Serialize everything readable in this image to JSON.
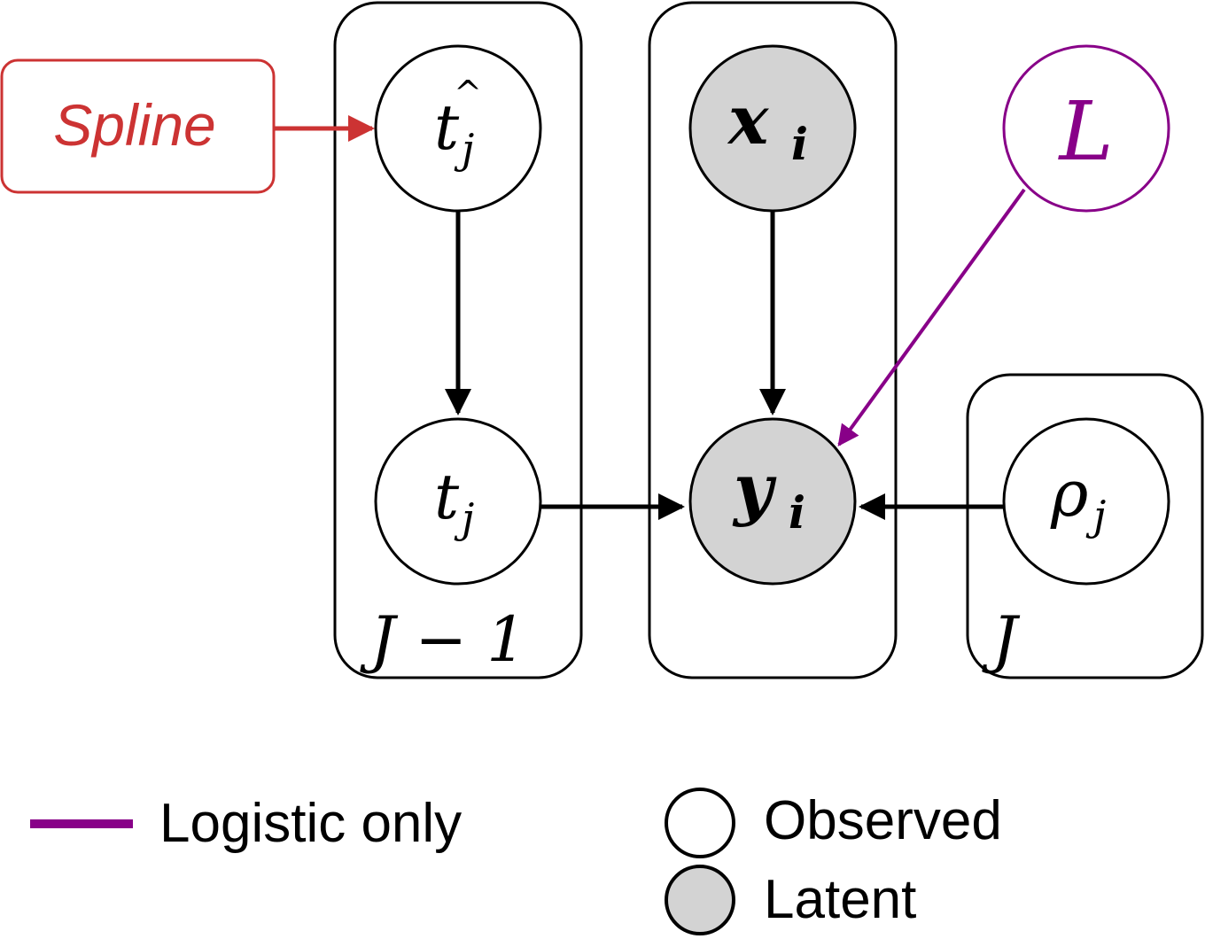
{
  "colors": {
    "spline": "#cc3333",
    "logistic": "#880088",
    "latent_fill": "#d3d3d3",
    "observed_fill": "#ffffff",
    "stroke": "#000000"
  },
  "nodes": {
    "spline": {
      "label": "Spline"
    },
    "t_hat": {
      "base": "t",
      "hat": "^",
      "sub": "j"
    },
    "t": {
      "base": "t",
      "sub": "j"
    },
    "x": {
      "base": "x",
      "sub": "i"
    },
    "y": {
      "base": "y",
      "sub": "i"
    },
    "L": {
      "label": "L"
    },
    "rho": {
      "base": "ρ",
      "sub": "j"
    }
  },
  "plates": {
    "t_plate": {
      "label": "J − 1"
    },
    "data_plate": {
      "label": ""
    },
    "rho_plate": {
      "label": "J"
    }
  },
  "legend": {
    "logistic_label": "Logistic only",
    "observed_label": "Observed",
    "latent_label": "Latent"
  }
}
